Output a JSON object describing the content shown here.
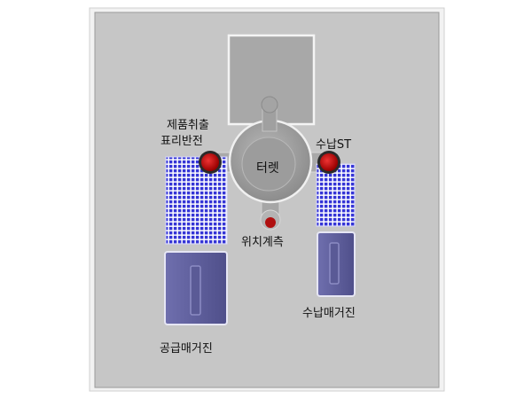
{
  "labels": {
    "product_removal_1": "제품취출",
    "product_removal_2": "표리반전",
    "turret": "터렛",
    "receive_station": "수납ST",
    "position_measure": "위치계측",
    "receive_magazine": "수납매거진",
    "supply_magazine": "공급매거진"
  },
  "colors": {
    "background": "#c6c6c6",
    "frame": "#e4e4e4",
    "machine_body": "#a9a9a9",
    "magazine": "#5f5f9c",
    "grid_blue": "#3a3adb",
    "marker_red": "#cc1111"
  }
}
